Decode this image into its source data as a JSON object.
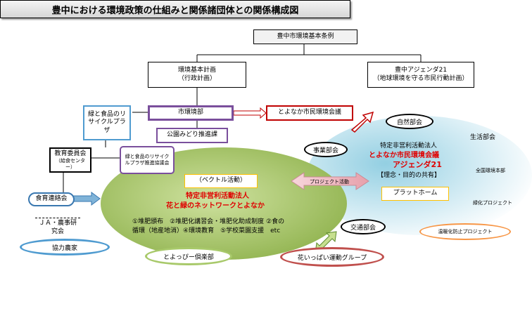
{
  "title": "豊中における環境政策の仕組みと関係諸団体との関係構成図",
  "boxes": {
    "kihon_jorei": "豊中市環境基本条例",
    "kihon_keikaku_1": "環境基本計画",
    "kihon_keikaku_2": "（行政計画）",
    "agenda21_1": "豊中アジェンダ21",
    "agenda21_2": "（地球環境を守る市民行動計画）",
    "kankyobu": "市環境部",
    "koen_midori": "公園みどり推進課",
    "kankyo_kaigi": "とよなか市民環境会議",
    "recycle_plaza": "緑と食品のリサイクルプラザ",
    "kyoiku_iinkai_1": "教育委員会",
    "kyoiku_iinkai_2": "（給食センター）",
    "plaza_kyogikai": "緑と食品のリサイクルプラザ推進協議会",
    "kyushoku_kyogikai": "食育連絡会",
    "ja_kenkyukai": "ＪＡ・農事研究会",
    "kyoryoku_noka": "協力農家",
    "toyoppi": "とよっぴー倶楽部",
    "hana_ippai": "花いっぱい運動グループ"
  },
  "green_area": {
    "vector": "（ベクトル活動）",
    "npo_1": "特定非営利活動法人",
    "npo_2": "花と緑のネットワークとよなか",
    "activities_1": "①堆肥頒布　②堆肥化講習会・堆肥化助成制度 ②食の",
    "activities_2": "循環（地産地消）④環境教育　⑤学校菜園支援　etc"
  },
  "blue_area": {
    "shizen": "自然部会",
    "jigyo": "事業部会",
    "seikatsu": "生活部会",
    "npo_label": "特定非営利活動法人",
    "npo_name_1": "とよなか市民環境会議",
    "npo_name_2": "アジェンダ21",
    "rinen": "【理念・目的の共有】",
    "platform": "プラットホーム",
    "zenkoku": "全国環境本部",
    "ryokuka_project": "緑化プロジェクト",
    "kotsu": "交通部会",
    "ondanka": "温暖化防止プロジェクト",
    "project_katsudo": "プロジェクト活動"
  }
}
